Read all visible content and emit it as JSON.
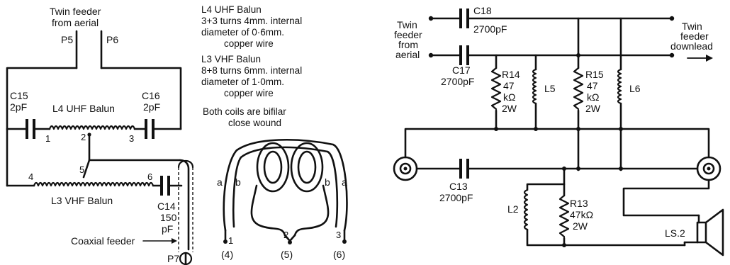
{
  "left": {
    "feeder_line1": "Twin feeder",
    "feeder_line2": "from aerial",
    "p5": "P5",
    "p6": "P6",
    "c15_name": "C15",
    "c15_value": "2pF",
    "c16_name": "C16",
    "c16_value": "2pF",
    "l4_label": "L4 UHF Balun",
    "l3_label": "L3 VHF Balun",
    "tap1": "1",
    "tap2": "2",
    "tap3": "3",
    "tap4": "4",
    "tap5": "5",
    "tap6": "6",
    "c14_name": "C14",
    "c14_value1": "150",
    "c14_value2": "pF",
    "coax_label": "Coaxial feeder",
    "p7": "P7"
  },
  "notes": {
    "l4_title": "L4 UHF Balun",
    "l4_line1": "3+3 turns 4mm. internal",
    "l4_line2": "diameter of 0·6mm.",
    "l4_line3": "copper wire",
    "l3_title": "L3 VHF Balun",
    "l3_line1": "8+8 turns 6mm. internal",
    "l3_line2": "diameter of 1·0mm.",
    "l3_line3": "copper wire",
    "both_line1": "Both coils are bifilar",
    "both_line2": "close wound"
  },
  "coil": {
    "a_left": "a",
    "b_left": "b",
    "b_right": "b",
    "a_right": "a",
    "n1": "1",
    "n2": "2",
    "n3": "3",
    "n4": "(4)",
    "n5": "(5)",
    "n6": "(6)"
  },
  "right": {
    "in_line1": "Twin",
    "in_line2": "feeder",
    "in_line3": "from",
    "in_line4": "aerial",
    "out_line1": "Twin",
    "out_line2": "feeder",
    "out_line3": "downlead",
    "c18_name": "C18",
    "c18_value": "2700pF",
    "c17_name": "C17",
    "c17_value": "2700pF",
    "r14_name": "R14",
    "r14_v1": "47",
    "r14_v2": "kΩ",
    "r14_v3": "2W",
    "l5": "L5",
    "r15_name": "R15",
    "r15_v1": "47",
    "r15_v2": "kΩ",
    "r15_v3": "2W",
    "l6": "L6",
    "c13_name": "C13",
    "c13_value": "2700pF",
    "r13_name": "R13",
    "r13_value": "47kΩ",
    "r13_power": "2W",
    "l2": "L2",
    "ls": "LS.2"
  }
}
